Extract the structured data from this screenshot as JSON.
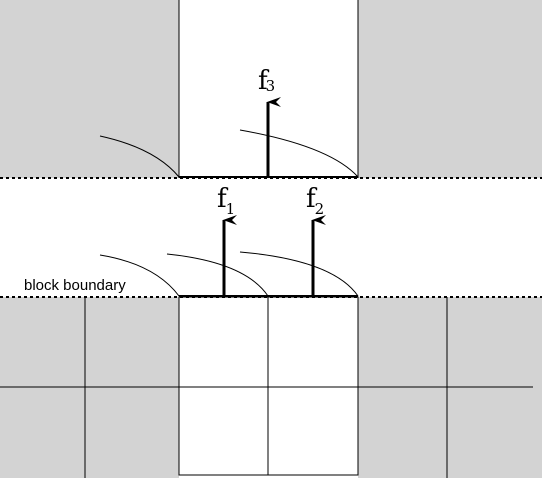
{
  "labels": {
    "block_boundary": "block boundary",
    "f1_base": "f",
    "f1_sub": "1",
    "f2_base": "f",
    "f2_sub": "2",
    "f3_base": "f",
    "f3_sub": "3"
  },
  "colors": {
    "block_fill": "#d3d3d3",
    "line": "#000000",
    "background": "#ffffff"
  }
}
